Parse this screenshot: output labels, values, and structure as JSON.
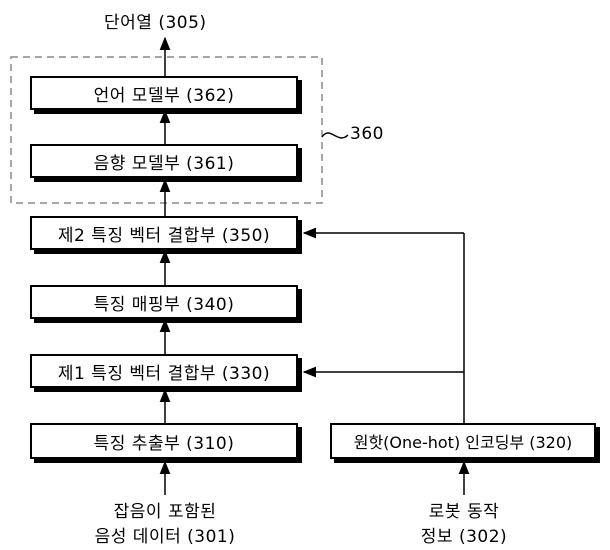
{
  "diagram": {
    "output_label": "단어열 (305)",
    "group_ref": "360",
    "blocks": {
      "language_model": "언어 모델부 (362)",
      "acoustic_model": "음향 모델부 (361)",
      "combiner2": "제2 특징 벡터 결합부 (350)",
      "feature_mapping": "특징 매핑부 (340)",
      "combiner1": "제1 특징 벡터 결합부 (330)",
      "feature_extraction": "특징 추출부 (310)",
      "onehot_encoding": "원핫(One-hot) 인코딩부 (320)"
    },
    "inputs": {
      "speech_line1": "잡음이 포함된",
      "speech_line2": "음성 데이터 (301)",
      "robot_line1": "로봇 동작",
      "robot_line2": "정보 (302)"
    }
  }
}
